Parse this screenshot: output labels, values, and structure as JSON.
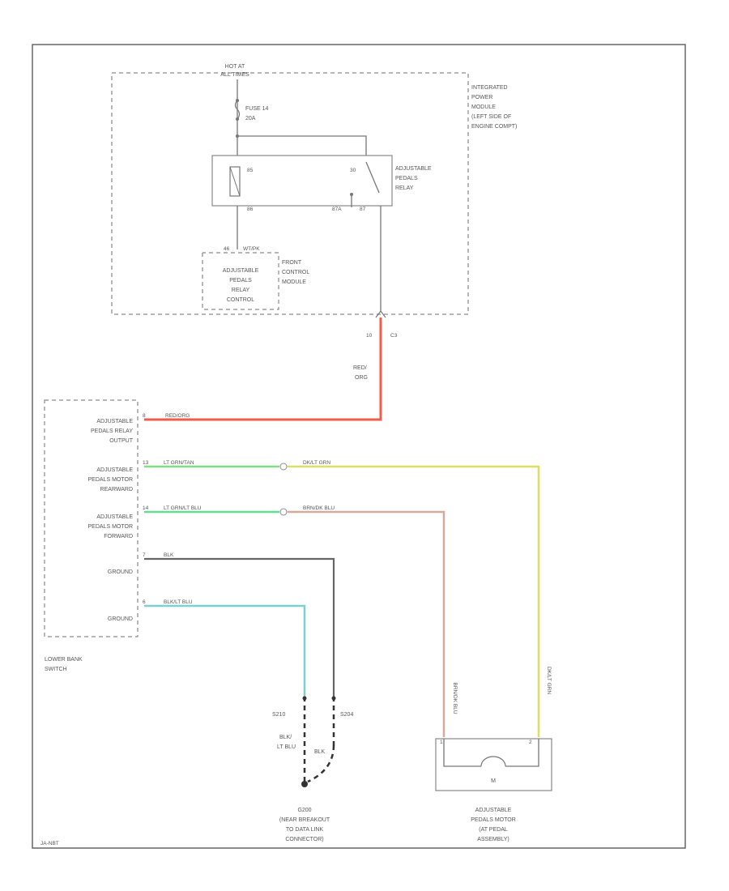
{
  "colors": {
    "red_org": "#f07060",
    "red_org_dark": "#e04040",
    "lt_grn_yel": "#7ee07e",
    "dk_grn_yel": "#e0e070",
    "brn_blu": "#d8a8a0",
    "lt_grn_blu": "#6ee0a0",
    "blk": "#555555",
    "blk_lt_blu": "#7ed0d8"
  },
  "ipm": {
    "hot_at": "HOT AT",
    "all_times": "ALL TIMES",
    "fuse": "FUSE 14",
    "fuse_amp": "20A",
    "title": [
      "INTEGRATED",
      "POWER",
      "MODULE",
      "(LEFT SIDE OF",
      "ENGINE COMPT)"
    ],
    "relay_label": [
      "ADJUSTABLE",
      "PEDALS",
      "RELAY"
    ],
    "pin_30": "30",
    "pin_85": "85",
    "pin_87": "87",
    "pin_86": "86",
    "pin_87a": "87A"
  },
  "fcm": {
    "pin_num": "46",
    "wire": "WT/PK",
    "inner_label": [
      "ADJUSTABLE",
      "PEDALS",
      "RELAY",
      "CONTROL"
    ],
    "name": [
      "FRONT",
      "CONTROL",
      "MODULE"
    ]
  },
  "connector": {
    "pin": "10",
    "name": "C3",
    "wire_color": [
      "RED/",
      "ORG"
    ]
  },
  "switch": {
    "name": [
      "LOWER BANK",
      "SWITCH"
    ],
    "rows": [
      {
        "pin": "8",
        "label": [
          "ADJUSTABLE",
          "PEDALS RELAY",
          "OUTPUT"
        ],
        "wire": "RED/ORG"
      },
      {
        "pin": "13",
        "label": [
          "ADJUSTABLE",
          "PEDALS MOTOR",
          "REARWARD"
        ],
        "wire": "LT GRN/TAN",
        "wire2": "DK/LT GRN"
      },
      {
        "pin": "14",
        "label": [
          "ADJUSTABLE",
          "PEDALS MOTOR",
          "FORWARD"
        ],
        "wire": "LT GRN/LT BLU",
        "wire2": "BRN/DK BLU"
      },
      {
        "pin": "7",
        "label": [
          "GROUND"
        ],
        "wire": "BLK"
      },
      {
        "pin": "6",
        "label": [
          "GROUND"
        ],
        "wire": "BLK/LT BLU"
      }
    ]
  },
  "splices": {
    "s210": "S210",
    "s204": "S204",
    "left_wire": [
      "BLK/",
      "LT BLU"
    ],
    "right_wire": "BLK"
  },
  "ground": {
    "name": "G200",
    "desc": [
      "(NEAR BREAKOUT",
      "TO DATA LINK",
      "CONNECTOR)"
    ]
  },
  "motor": {
    "pin_left": "1",
    "pin_right": "2",
    "symbol": "M",
    "wire_left": "BRN/DK BLU",
    "wire_right": "DK/LT GRN",
    "name": [
      "ADJUSTABLE",
      "PEDALS MOTOR",
      "(AT PEDAL",
      "ASSEMBLY)"
    ]
  },
  "footer": "JA-NBT"
}
